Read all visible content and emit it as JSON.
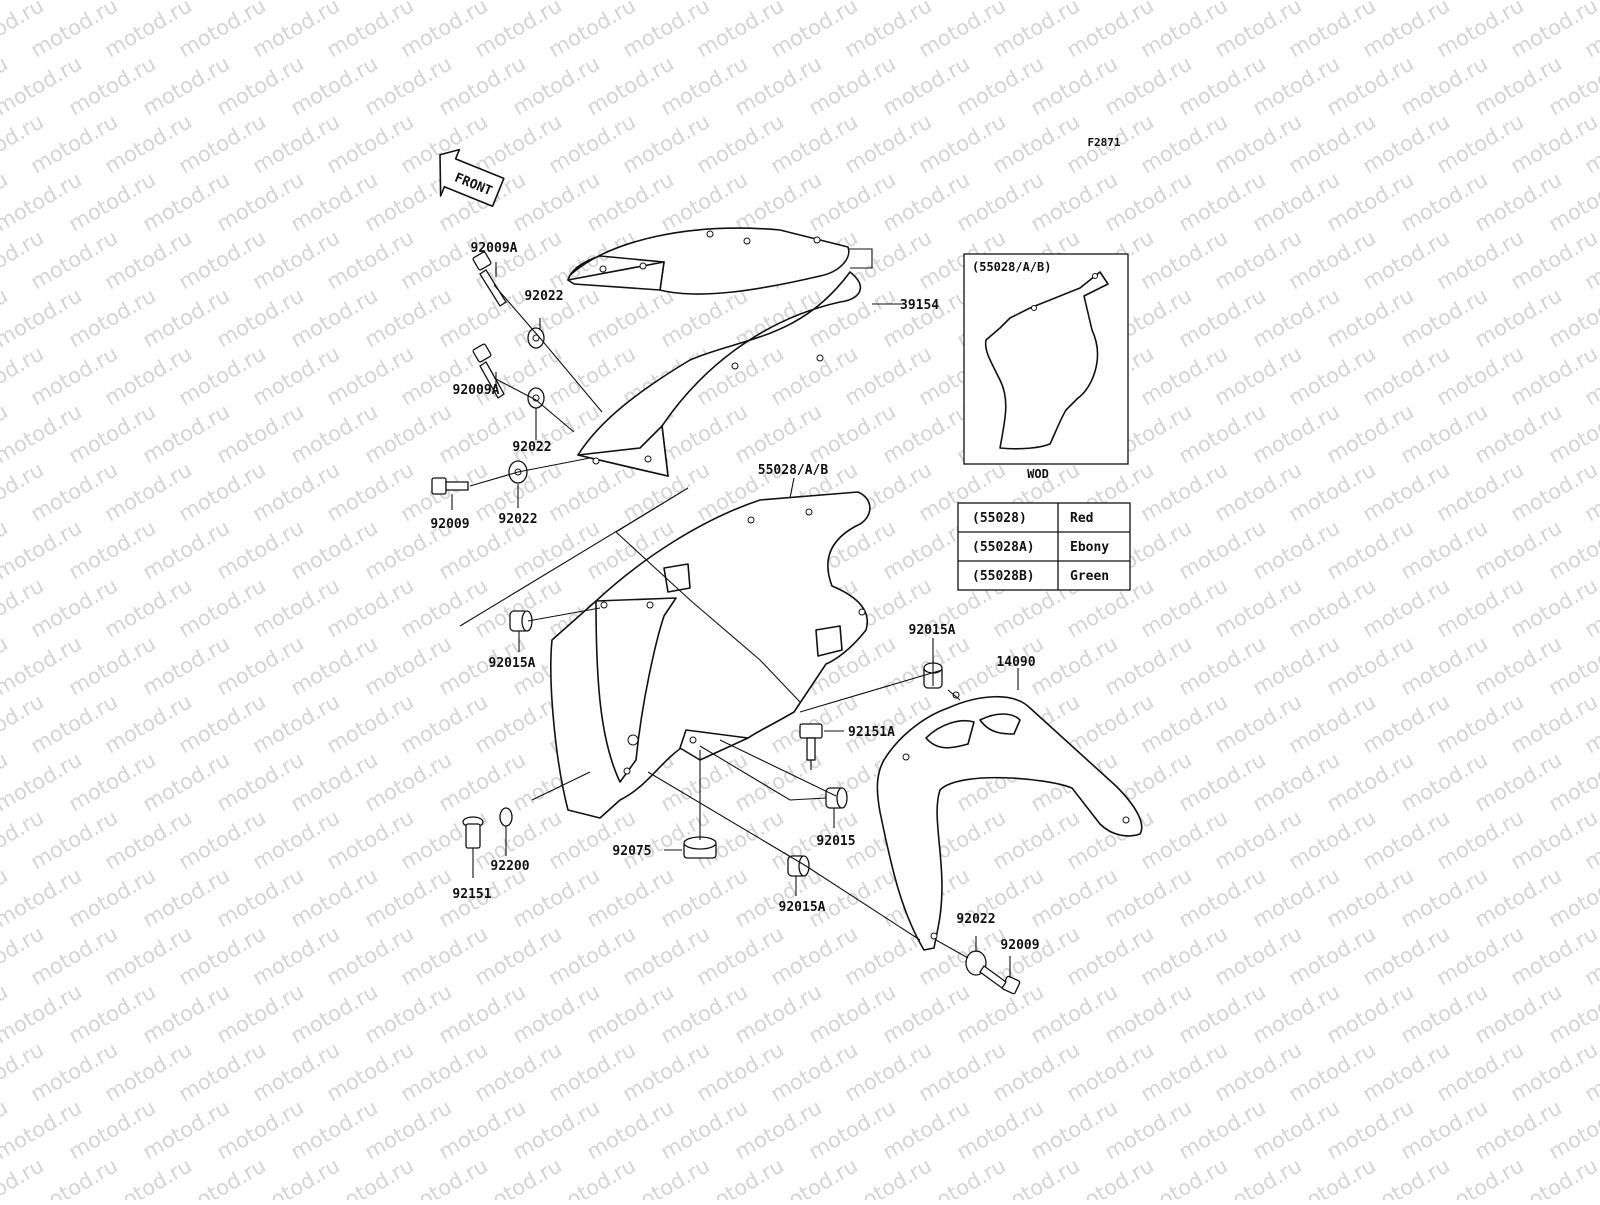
{
  "figure_code": "F2871",
  "front_arrow_label": "FRONT",
  "watermark": "motod.ru",
  "inset": {
    "title": "(55028/A/B)",
    "caption": "WOD"
  },
  "color_table": [
    {
      "code": "(55028)",
      "color": "Red"
    },
    {
      "code": "(55028A)",
      "color": "Ebony"
    },
    {
      "code": "(55028B)",
      "color": "Green"
    }
  ],
  "labels": {
    "screw_top_1": "92009A",
    "washer_top_1": "92022",
    "screw_top_2": "92009A",
    "washer_top_2": "92022",
    "screw_top_3": "92009",
    "washer_top_3": "92022",
    "windshield": "39154",
    "cowl": "55028/A/B",
    "grommet_left": "92015A",
    "grommet_right_top": "92015A",
    "bracket": "14090",
    "bolt_mid": "92151A",
    "grommet_mid": "92015",
    "grommet_bottom": "92015A",
    "damper": "92075",
    "bolt_left": "92151",
    "washer_left": "92200",
    "washer_bottom": "92022",
    "screw_bottom": "92009"
  }
}
